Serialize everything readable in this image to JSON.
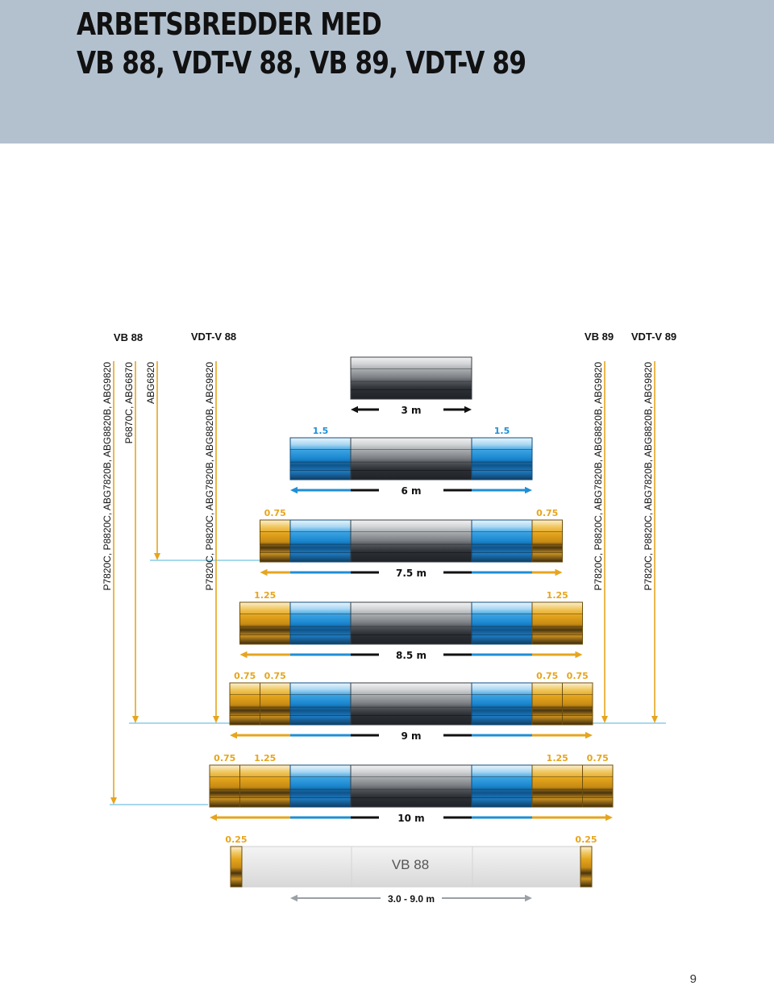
{
  "header": {
    "title_line1": "ARBETSBREDDER MED",
    "title_line2": "VB 88, VDT-V 88, VB 89, VDT-V 89",
    "background": "#b3c1cf"
  },
  "columns": {
    "left": [
      "VB 88",
      "VDT-V 88"
    ],
    "right": [
      "VB 89",
      "VDT-V 89"
    ]
  },
  "model_groups": [
    {
      "id": "vb88-a",
      "models": "P7820C, P8820C, ABG7820B, ABG8820B, ABG9820",
      "ends_at_width": "10 m"
    },
    {
      "id": "vb88-b",
      "models": "P6870C, ABG6870",
      "ends_at_width": "9 m"
    },
    {
      "id": "vb88-c",
      "models": "ABG6820",
      "ends_at_width": "7.5 m"
    },
    {
      "id": "vdtv88",
      "models": "P7820C, P8820C, ABG7820B, ABG8820B, ABG9820",
      "ends_at_width": "9 m"
    },
    {
      "id": "vb89",
      "models": "P7820C, P8820C, ABG7820B, ABG8820B, ABG9820",
      "ends_at_width": "9 m"
    },
    {
      "id": "vdtv89",
      "models": "P7820C, P8820C, ABG7820B, ABG8820B, ABG9820",
      "ends_at_width": "9 m"
    }
  ],
  "configurations": [
    {
      "total_label": "3 m",
      "segments": [
        {
          "type": "basic",
          "width": 3
        }
      ]
    },
    {
      "total_label": "6 m",
      "segments": [
        {
          "type": "ext15",
          "width": 1.5,
          "label": "1.5"
        },
        {
          "type": "basic",
          "width": 3
        },
        {
          "type": "ext15",
          "width": 1.5,
          "label": "1.5"
        }
      ]
    },
    {
      "total_label": "7.5 m",
      "segments": [
        {
          "type": "ext",
          "width": 0.75,
          "label": "0.75"
        },
        {
          "type": "ext15",
          "width": 1.5
        },
        {
          "type": "basic",
          "width": 3
        },
        {
          "type": "ext15",
          "width": 1.5
        },
        {
          "type": "ext",
          "width": 0.75,
          "label": "0.75"
        }
      ]
    },
    {
      "total_label": "8.5 m",
      "segments": [
        {
          "type": "ext",
          "width": 1.25,
          "label": "1.25"
        },
        {
          "type": "ext15",
          "width": 1.5
        },
        {
          "type": "basic",
          "width": 3
        },
        {
          "type": "ext15",
          "width": 1.5
        },
        {
          "type": "ext",
          "width": 1.25,
          "label": "1.25"
        }
      ]
    },
    {
      "total_label": "9 m",
      "segments": [
        {
          "type": "ext",
          "width": 0.75,
          "label": "0.75"
        },
        {
          "type": "ext",
          "width": 0.75,
          "label": "0.75"
        },
        {
          "type": "ext15",
          "width": 1.5
        },
        {
          "type": "basic",
          "width": 3
        },
        {
          "type": "ext15",
          "width": 1.5
        },
        {
          "type": "ext",
          "width": 0.75,
          "label": "0.75"
        },
        {
          "type": "ext",
          "width": 0.75,
          "label": "0.75"
        }
      ]
    },
    {
      "total_label": "10 m",
      "segments": [
        {
          "type": "ext",
          "width": 0.75,
          "label": "0.75"
        },
        {
          "type": "ext",
          "width": 1.25,
          "label": "1.25"
        },
        {
          "type": "ext15",
          "width": 1.5
        },
        {
          "type": "basic",
          "width": 3
        },
        {
          "type": "ext15",
          "width": 1.5
        },
        {
          "type": "ext",
          "width": 1.25,
          "label": "1.25"
        },
        {
          "type": "ext",
          "width": 0.75,
          "label": "0.75"
        }
      ]
    }
  ],
  "vb88_variable": {
    "label": "VB 88",
    "end_extension_label": "0.25",
    "range_label": "3.0 - 9.0 m"
  },
  "colors": {
    "basic_screed": "#6f7377",
    "extension_1_5": "#1e8fd6",
    "extension_small": "#e6a51e",
    "arrow_line": "#111111",
    "arrow_extension_blue": "#1e8fd6",
    "arrow_extension_orange": "#e6a51e",
    "group_line_orange": "#e6a51e",
    "group_line_cyan": "#4fb3d9",
    "range_arrow": "#9aa0a6"
  },
  "page_number": "9"
}
